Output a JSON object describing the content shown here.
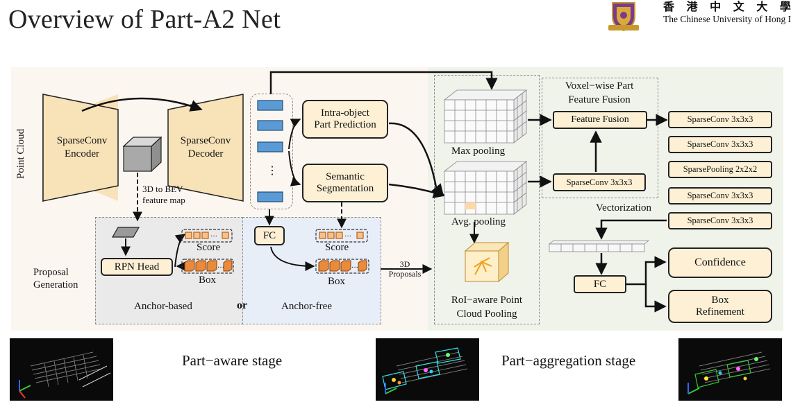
{
  "title": "Overview of Part-A2 Net",
  "university": {
    "name_cn": "香 港 中 文 大 學",
    "name_en": "The Chinese University of Hong I",
    "crest": "cuhk-crest-icon"
  },
  "diagram": {
    "input": "Point Cloud",
    "encoder": "SparseConv\nEncoder",
    "decoder": "SparseConv\nDecoder",
    "bev": "3D to BEV\nfeature map",
    "intra_object": "Intra-object\nPart Prediction",
    "semantic": "Semantic\nSegmentation",
    "ellipsis": "⋮",
    "fc_left": "FC",
    "rpn_head": "RPN Head",
    "score_label": "Score",
    "box_label": "Box",
    "score_label_free": "Score",
    "box_label_free": "Box",
    "proposal_generation": "Proposal\nGeneration",
    "anchor_based": "Anchor-based",
    "or": "or",
    "anchor_free": "Anchor-free",
    "proposals_3d": "3D\nProposals",
    "max_pooling": "Max pooling",
    "avg_pooling": "Avg. pooling",
    "roi_pooling": "RoI−aware Point\nCloud Pooling",
    "voxel_fusion": "Voxel−wise Part\nFeature Fusion",
    "feature_fusion": "Feature Fusion",
    "sparseconv_mid": "SparseConv 3x3x3",
    "vectorization": "Vectorization",
    "layers": [
      "SparseConv 3x3x3",
      "SparseConv 3x3x3",
      "SparsePooling 2x2x2",
      "SparseConv 3x3x3",
      "SparseConv 3x3x3"
    ],
    "fc_right": "FC",
    "confidence": "Confidence",
    "box_refinement": "Box\nRefinement"
  },
  "stages": {
    "part_aware": "Part−aware stage",
    "part_aggregation": "Part−aggregation stage"
  },
  "colors": {
    "box_fill": "#fdf0d5",
    "feature_blue": "#5b9bd5",
    "orange": "#e98b3a",
    "bg_left": "#fcf6f1",
    "bg_right": "#eff3ea"
  }
}
